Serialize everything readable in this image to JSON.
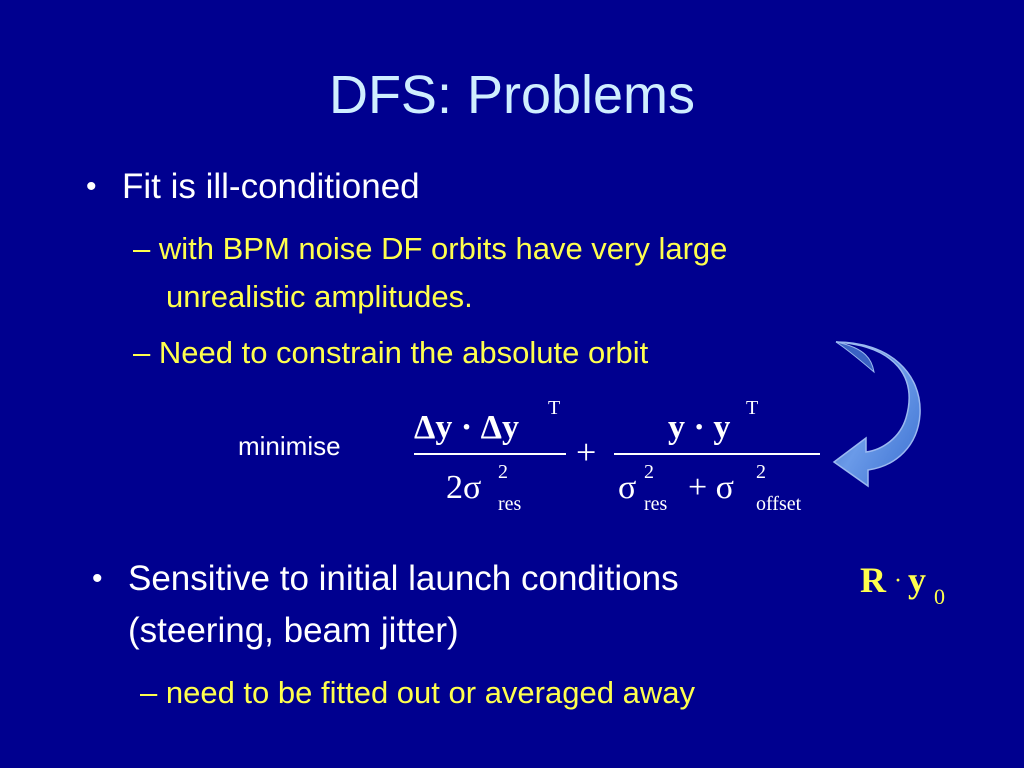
{
  "slide": {
    "title": "DFS: Problems",
    "bullet_char": "•",
    "b1": {
      "text": "Fit is ill-conditioned",
      "sub1_line1": "– with BPM noise DF orbits have very large",
      "sub1_line2": "unrealistic amplitudes.",
      "sub2": "– Need to constrain the absolute orbit"
    },
    "formula": {
      "label": "minimise",
      "num1": "Δy · Δy",
      "sup_T": "T",
      "den1_coef": "2σ",
      "sup_2": "2",
      "sub_res": "res",
      "plus": "+",
      "num2": "y · y",
      "den2_a": "σ",
      "den2_plus": "+ σ",
      "sub_offset": "offset"
    },
    "b2": {
      "line1": "Sensitive to initial launch conditions",
      "line2": "(steering, beam jitter)",
      "formula_R": "R",
      "formula_dot": "·",
      "formula_y": "y",
      "formula_sub0": "0",
      "sub1": "– need to be fitted out or averaged away"
    },
    "colors": {
      "background": "#00008f",
      "title": "#cfeeff",
      "level1_text": "#ffffff",
      "level2_text": "#ffff4d",
      "arrow": "#4a7fd6"
    },
    "icons": {
      "arrow": "curved-arrow-icon"
    }
  }
}
